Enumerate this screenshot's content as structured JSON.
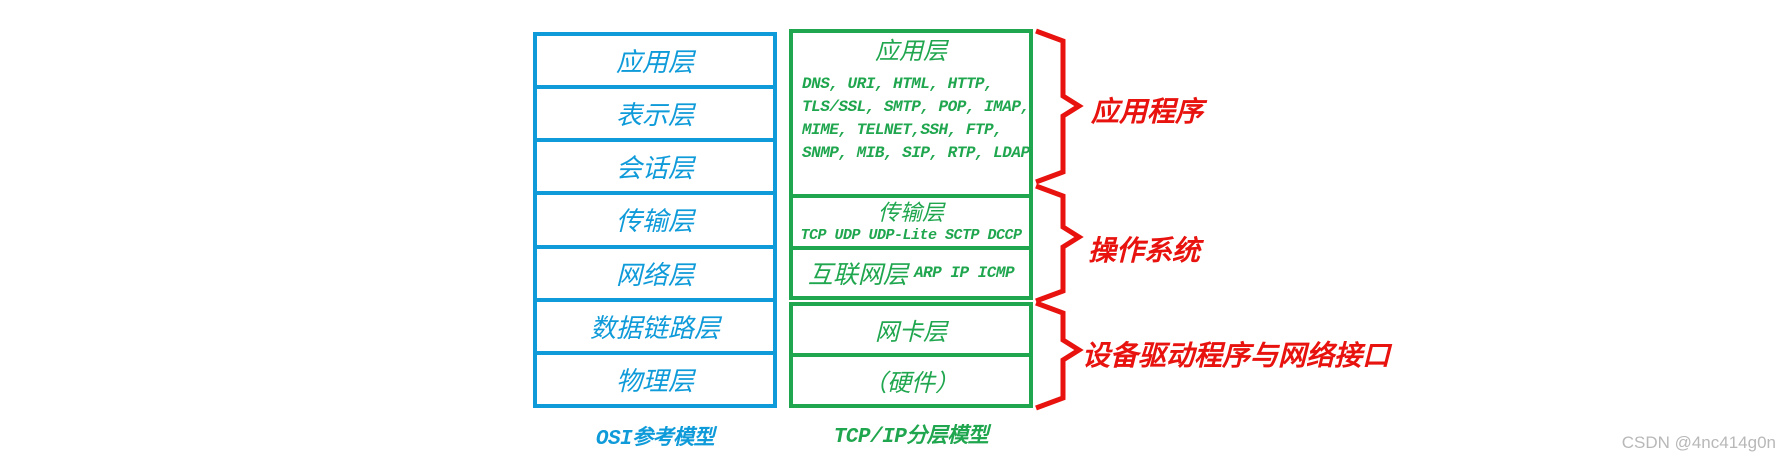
{
  "osi": {
    "caption": "OSI参考模型",
    "layers": [
      "应用层",
      "表示层",
      "会话层",
      "传输层",
      "网络层",
      "数据链路层",
      "物理层"
    ]
  },
  "tcpip": {
    "caption": "TCP/IP分层模型",
    "application": {
      "title": "应用层",
      "protocol_lines": [
        "DNS, URI, HTML, HTTP,",
        "TLS/SSL, SMTP, POP, IMAP,",
        "MIME, TELNET,SSH, FTP,",
        "SNMP, MIB, SIP, RTP, LDAP"
      ]
    },
    "transport": {
      "title": "传输层",
      "protocols": "TCP UDP UDP-Lite SCTP DCCP"
    },
    "internet": {
      "title": "互联网层",
      "protocols": "ARP IP ICMP"
    },
    "network_interface": {
      "title": "网卡层"
    },
    "hardware": {
      "title": "（硬件）"
    }
  },
  "braces": [
    {
      "label": "应用程序"
    },
    {
      "label": "操作系统"
    },
    {
      "label": "设备驱动程序与网络接口"
    }
  ],
  "watermark": "CSDN @4nc414g0n",
  "colors": {
    "blue": "#0F9BD9",
    "green": "#1FA64E",
    "red": "#E8120E",
    "watermark_gray": "#B8B8B8"
  }
}
